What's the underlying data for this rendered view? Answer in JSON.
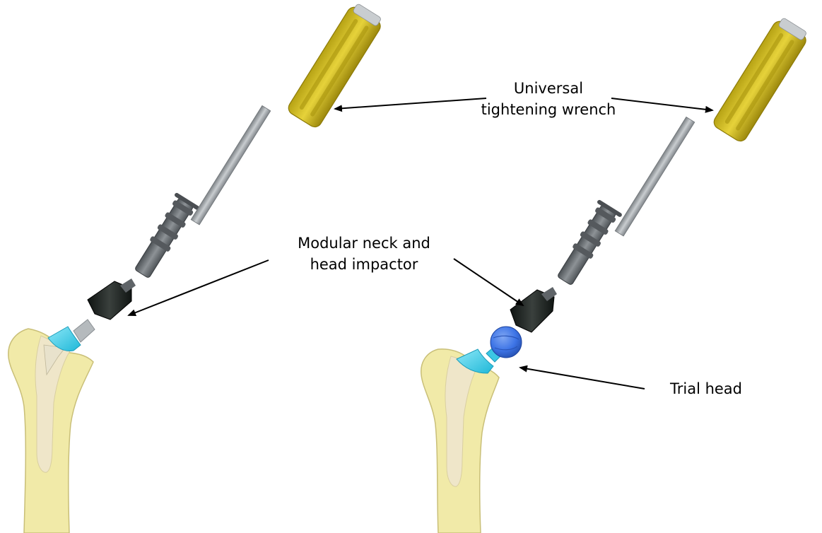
{
  "labels": {
    "wrench_line1": "Universal",
    "wrench_line2": "tightening wrench",
    "impactor_line1": "Modular neck and",
    "impactor_line2": "head impactor",
    "trial_head": "Trial head"
  },
  "colors": {
    "handle": "#d8c21c",
    "handle_dark": "#a8940e",
    "shaft": "#9fa4a8",
    "grip": "#6c7176",
    "impactor_tip": "#1e2421",
    "bone": "#f1eaa8",
    "bone_outline": "#c9bf78",
    "neck": "#3fd2ee",
    "trial_head": "#3d74e6"
  }
}
